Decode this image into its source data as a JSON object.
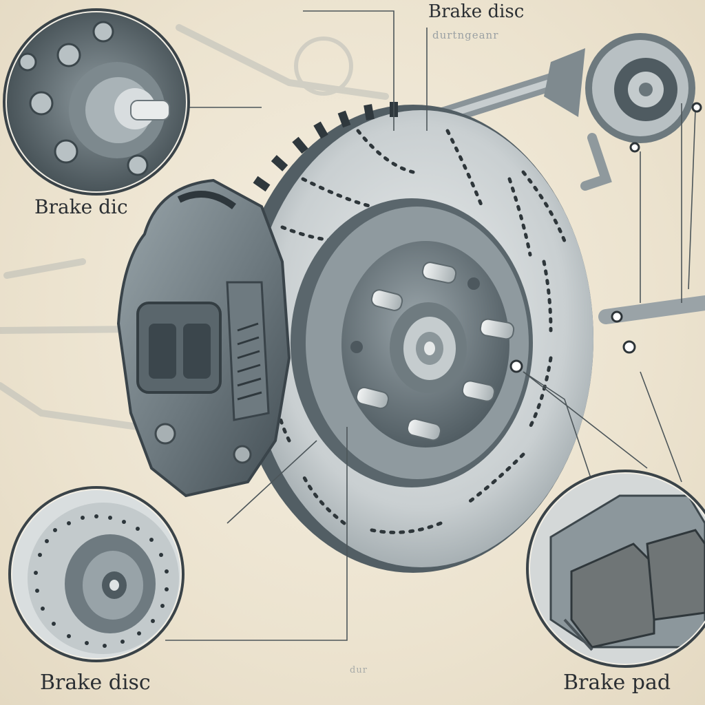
{
  "labels": {
    "top_title": "Brake disc",
    "top_subtext": "durtngeanr",
    "left_title": "Brake dic",
    "bottom_left_title": "Brake disc",
    "bottom_right_title": "Brake pad",
    "bottom_subtext": "dur"
  },
  "colors": {
    "background": "#efe7d6",
    "metal_dark": "#3f4a50",
    "metal_mid": "#8e999e",
    "metal_light": "#cdd3d5",
    "pad_friction": "#6f7576",
    "ink": "#2b2f33"
  },
  "icons": {
    "main_disc": "brake-disc-illustration",
    "caliper": "brake-caliper-illustration",
    "inset_top_left": "wheel-hub-closeup",
    "inset_bottom_left": "drilled-disc-closeup",
    "inset_bottom_right": "brake-pad-closeup",
    "top_right": "axle-hub-assembly"
  }
}
